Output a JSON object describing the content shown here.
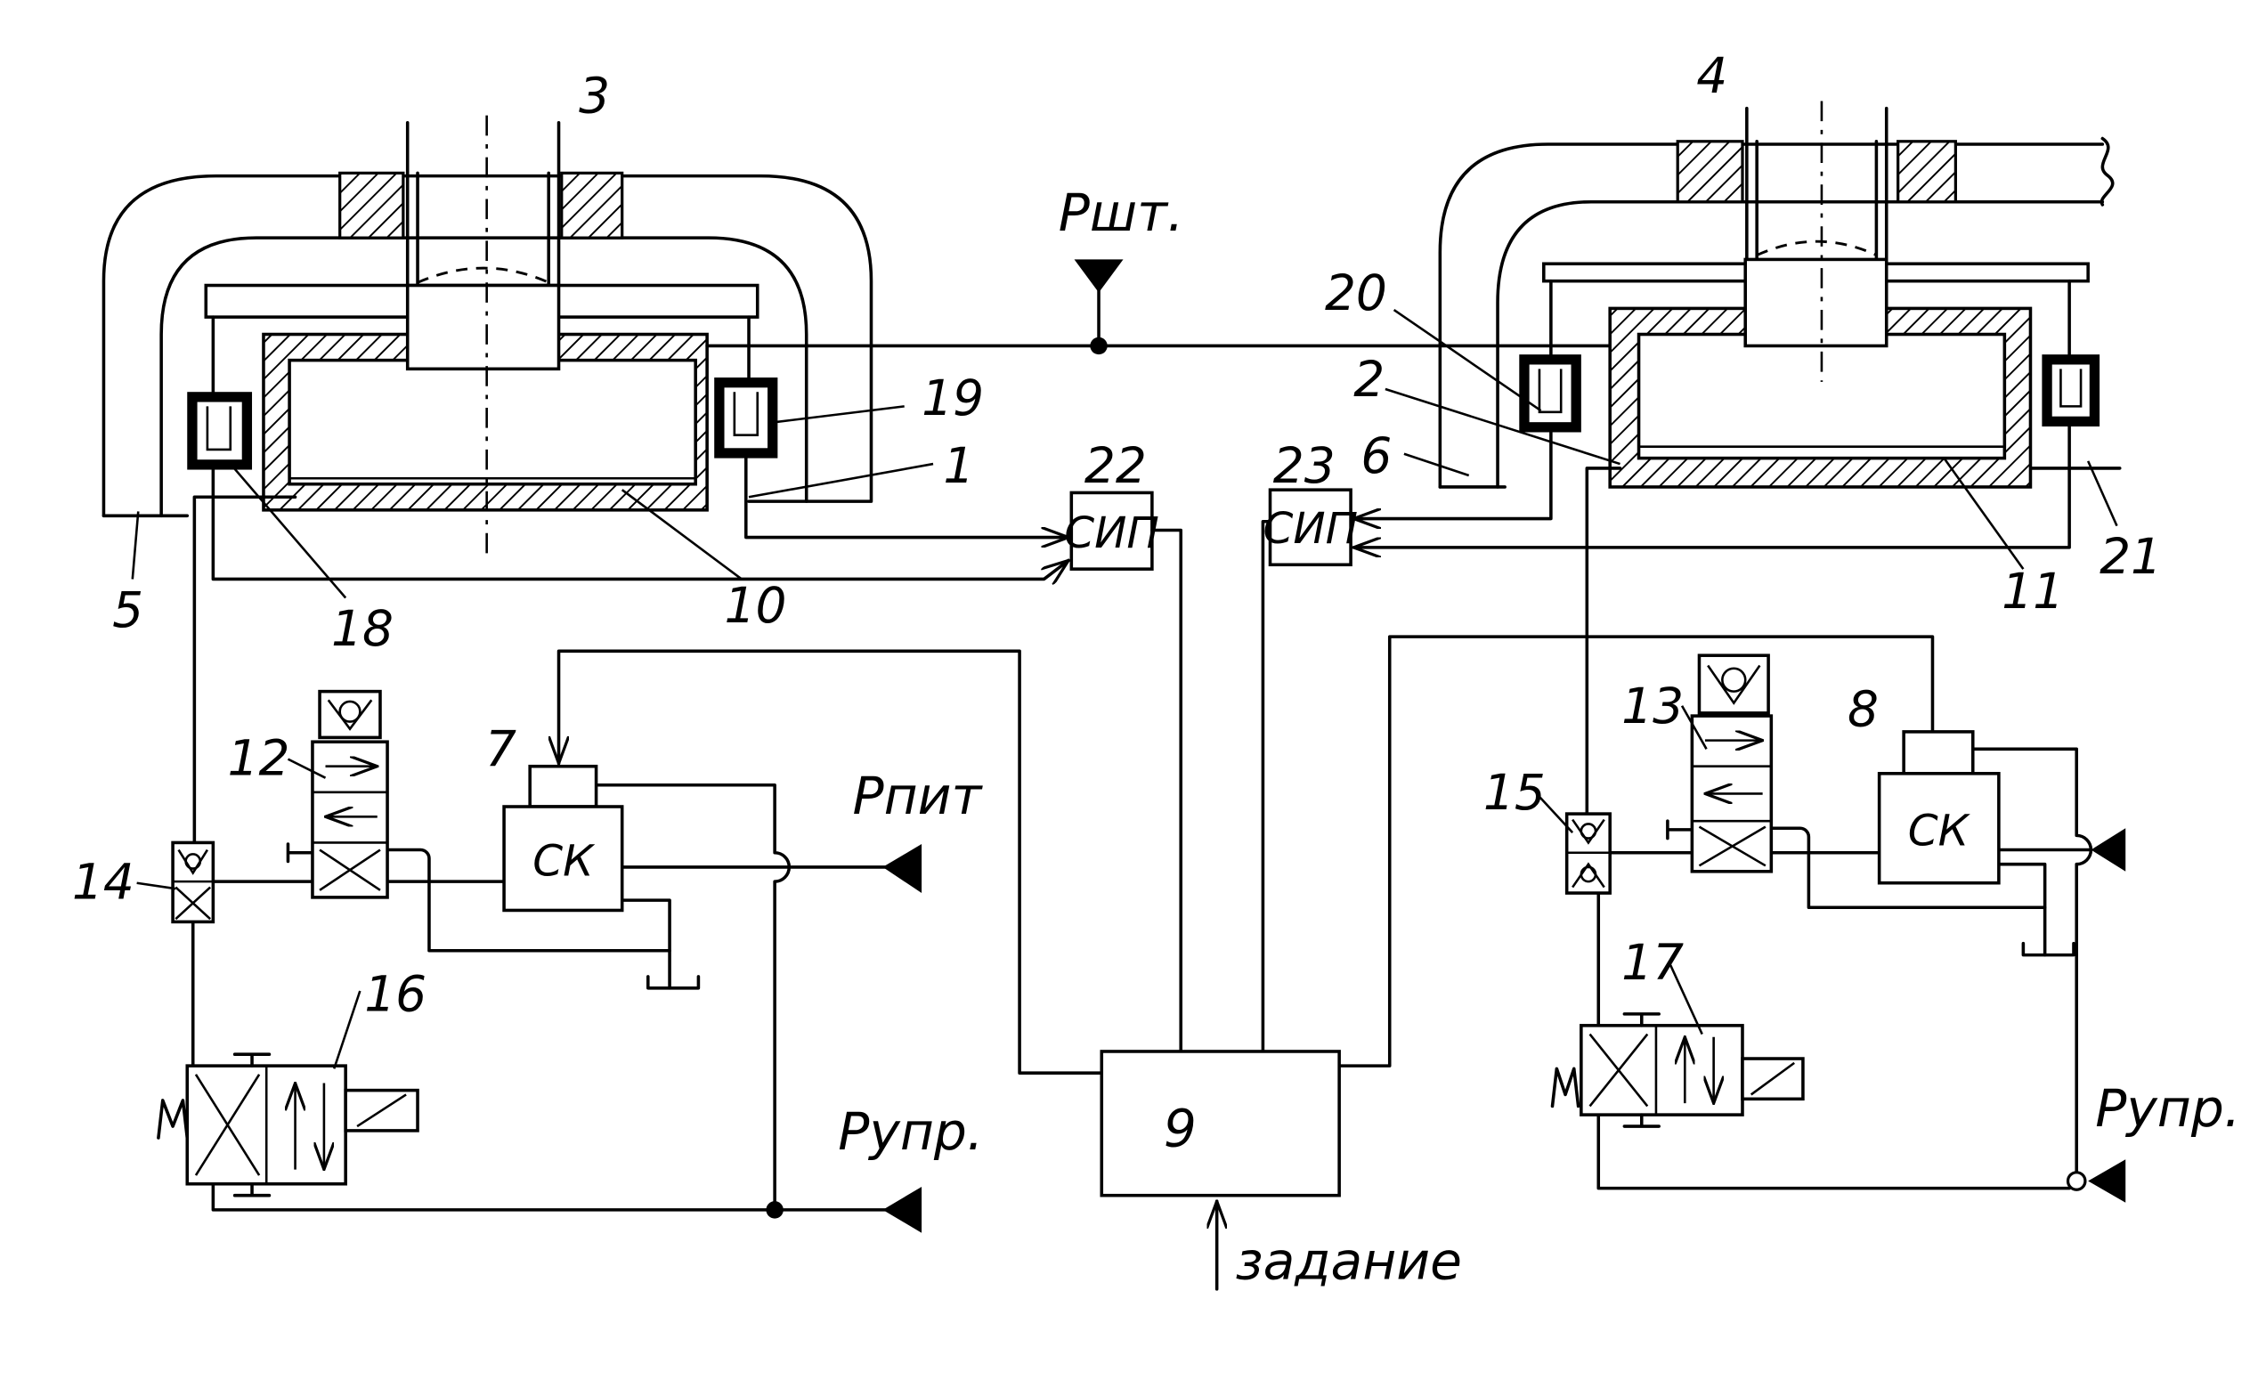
{
  "labels": {
    "1": "1",
    "2": "2",
    "3": "3",
    "4": "4",
    "5": "5",
    "6": "6",
    "7": "7",
    "8": "8",
    "9": "9",
    "10": "10",
    "11": "11",
    "12": "12",
    "13": "13",
    "14": "14",
    "15": "15",
    "16": "16",
    "17": "17",
    "18": "18",
    "19": "19",
    "20": "20",
    "21": "21",
    "22": "22",
    "23": "23"
  },
  "blocks": {
    "sip_left": "СИП",
    "sip_right": "СИП",
    "sk_left": "СК",
    "sk_right": "СК"
  },
  "pressures": {
    "rod": "Ршт.",
    "supply": "Рпит",
    "control_left": "Рупр.",
    "control_right": "Рупр."
  },
  "input": {
    "command": "задание"
  }
}
